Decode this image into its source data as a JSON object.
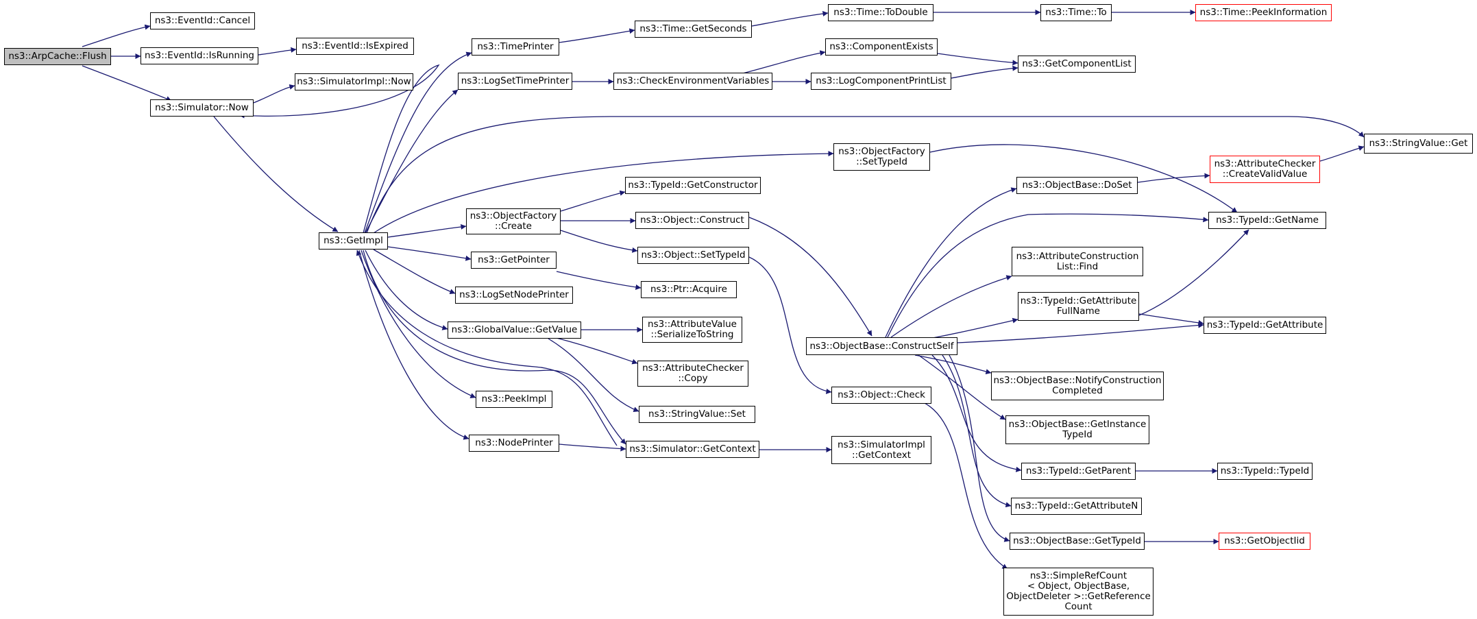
{
  "colors": {
    "edge": "#191970",
    "truncated_border": "#ff0000",
    "root_fill": "#bfbfbf"
  },
  "nodes": [
    {
      "id": "flush",
      "label": "ns3::ArpCache::Flush"
    },
    {
      "id": "cancel",
      "label": "ns3::EventId::Cancel"
    },
    {
      "id": "isrunning",
      "label": "ns3::EventId::IsRunning"
    },
    {
      "id": "isexpired",
      "label": "ns3::EventId::IsExpired"
    },
    {
      "id": "simnow",
      "label": "ns3::Simulator::Now"
    },
    {
      "id": "simimplnow",
      "label": "ns3::SimulatorImpl::Now"
    },
    {
      "id": "getimpl",
      "label": "ns3::GetImpl"
    },
    {
      "id": "timeprinter",
      "label": "ns3::TimePrinter"
    },
    {
      "id": "logsettime",
      "label": "ns3::LogSetTimePrinter"
    },
    {
      "id": "ofcreate",
      "label": "ns3::ObjectFactory\n::Create"
    },
    {
      "id": "getpointer",
      "label": "ns3::GetPointer"
    },
    {
      "id": "logsetnode",
      "label": "ns3::LogSetNodePrinter"
    },
    {
      "id": "gvgetvalue",
      "label": "ns3::GlobalValue::GetValue"
    },
    {
      "id": "peekimpl",
      "label": "ns3::PeekImpl"
    },
    {
      "id": "nodeprinter",
      "label": "ns3::NodePrinter"
    },
    {
      "id": "getseconds",
      "label": "ns3::Time::GetSeconds"
    },
    {
      "id": "checkenv",
      "label": "ns3::CheckEnvironmentVariables"
    },
    {
      "id": "getconstructor",
      "label": "ns3::TypeId::GetConstructor"
    },
    {
      "id": "objconstruct",
      "label": "ns3::Object::Construct"
    },
    {
      "id": "objsettypeid",
      "label": "ns3::Object::SetTypeId"
    },
    {
      "id": "ptracquire",
      "label": "ns3::Ptr::Acquire"
    },
    {
      "id": "avserialize",
      "label": "ns3::AttributeValue\n::SerializeToString"
    },
    {
      "id": "accopy",
      "label": "ns3::AttributeChecker\n::Copy"
    },
    {
      "id": "svset",
      "label": "ns3::StringValue::Set"
    },
    {
      "id": "simgetcontext",
      "label": "ns3::Simulator::GetContext"
    },
    {
      "id": "todouble",
      "label": "ns3::Time::ToDouble"
    },
    {
      "id": "timeto",
      "label": "ns3::Time::To"
    },
    {
      "id": "peekinfo",
      "label": "ns3::Time::PeekInformation",
      "truncated": true
    },
    {
      "id": "compexists",
      "label": "ns3::ComponentExists"
    },
    {
      "id": "logcompprint",
      "label": "ns3::LogComponentPrintList"
    },
    {
      "id": "getcomplist",
      "label": "ns3::GetComponentList"
    },
    {
      "id": "ofsettypeid",
      "label": "ns3::ObjectFactory\n::SetTypeId"
    },
    {
      "id": "constructself",
      "label": "ns3::ObjectBase::ConstructSelf"
    },
    {
      "id": "objcheck",
      "label": "ns3::Object::Check"
    },
    {
      "id": "simimplgetctx",
      "label": "ns3::SimulatorImpl\n::GetContext"
    },
    {
      "id": "svget",
      "label": "ns3::StringValue::Get"
    },
    {
      "id": "obdoset",
      "label": "ns3::ObjectBase::DoSet"
    },
    {
      "id": "accreatevalid",
      "label": "ns3::AttributeChecker\n::CreateValidValue",
      "truncated": true
    },
    {
      "id": "tidgetname",
      "label": "ns3::TypeId::GetName"
    },
    {
      "id": "acfind",
      "label": "ns3::AttributeConstruction\nList::Find"
    },
    {
      "id": "tidgetattrfull",
      "label": "ns3::TypeId::GetAttribute\nFullName"
    },
    {
      "id": "tidgetattr",
      "label": "ns3::TypeId::GetAttribute"
    },
    {
      "id": "obnotify",
      "label": "ns3::ObjectBase::NotifyConstruction\nCompleted"
    },
    {
      "id": "obgetinst",
      "label": "ns3::ObjectBase::GetInstance\nTypeId"
    },
    {
      "id": "tidgetparent",
      "label": "ns3::TypeId::GetParent"
    },
    {
      "id": "tidtypeid",
      "label": "ns3::TypeId::TypeId"
    },
    {
      "id": "tidgetattrn",
      "label": "ns3::TypeId::GetAttributeN"
    },
    {
      "id": "obgettypeid",
      "label": "ns3::ObjectBase::GetTypeId"
    },
    {
      "id": "getobjectiid",
      "label": "ns3::GetObjectIid",
      "truncated": true
    },
    {
      "id": "simplerefcount",
      "label": "ns3::SimpleRefCount\n< Object, ObjectBase,\n ObjectDeleter >::GetReference\nCount"
    }
  ]
}
